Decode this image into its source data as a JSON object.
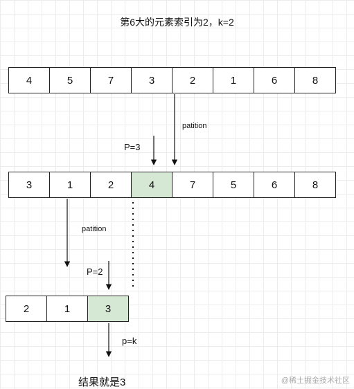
{
  "title": "第6大的元素索引为2，k=2",
  "row1": [
    "4",
    "5",
    "7",
    "3",
    "2",
    "1",
    "6",
    "8"
  ],
  "row2": [
    "3",
    "1",
    "2",
    "4",
    "7",
    "5",
    "6",
    "8"
  ],
  "row3": [
    "2",
    "1",
    "3"
  ],
  "highlight_color": "#d5e8d4",
  "labels": {
    "partition1": "patition",
    "p3": "P=3",
    "partition2": "patition",
    "p2": "P=2",
    "pk": "p=k"
  },
  "result": "结果就是3",
  "watermark": "@稀土掘金技术社区"
}
